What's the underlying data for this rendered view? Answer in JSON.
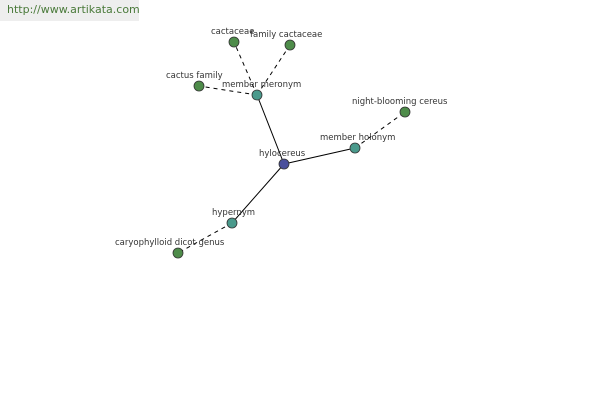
{
  "source_link": {
    "text": "http://www.artikata.com"
  },
  "colors": {
    "center_node": "#4a4f9c",
    "relation_node": "#4a9a8c",
    "term_node": "#4e8c4a",
    "node_stroke": "#333333",
    "edge": "#000000",
    "label": "#333333"
  },
  "graph": {
    "nodes": [
      {
        "id": "hylocereus",
        "label": "hylocereus",
        "kind": "center"
      },
      {
        "id": "member-meronym",
        "label": "member meronym",
        "kind": "relation"
      },
      {
        "id": "member-holonym",
        "label": "member holonym",
        "kind": "relation"
      },
      {
        "id": "hypernym",
        "label": "hypernym",
        "kind": "relation"
      },
      {
        "id": "cactaceae",
        "label": "cactaceae",
        "kind": "term"
      },
      {
        "id": "family-cactaceae",
        "label": "family cactaceae",
        "kind": "term"
      },
      {
        "id": "cactus-family",
        "label": "cactus family",
        "kind": "term"
      },
      {
        "id": "night-blooming-cereus",
        "label": "night-blooming cereus",
        "kind": "term"
      },
      {
        "id": "caryophylloid-dicot-genus",
        "label": "caryophylloid dicot genus",
        "kind": "term"
      }
    ],
    "edges": [
      {
        "from": "hylocereus",
        "to": "member-meronym",
        "style": "solid"
      },
      {
        "from": "hylocereus",
        "to": "member-holonym",
        "style": "solid"
      },
      {
        "from": "hylocereus",
        "to": "hypernym",
        "style": "solid"
      },
      {
        "from": "member-meronym",
        "to": "cactaceae",
        "style": "dashed"
      },
      {
        "from": "member-meronym",
        "to": "family-cactaceae",
        "style": "dashed"
      },
      {
        "from": "member-meronym",
        "to": "cactus-family",
        "style": "dashed"
      },
      {
        "from": "member-holonym",
        "to": "night-blooming-cereus",
        "style": "dashed"
      },
      {
        "from": "hypernym",
        "to": "caryophylloid-dicot-genus",
        "style": "dashed"
      }
    ]
  }
}
